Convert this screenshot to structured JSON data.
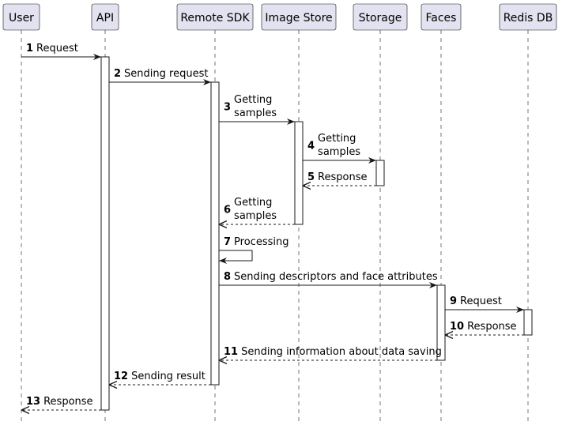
{
  "participants": [
    {
      "id": "user",
      "label": "User"
    },
    {
      "id": "api",
      "label": "API"
    },
    {
      "id": "remote-sdk",
      "label": "Remote SDK"
    },
    {
      "id": "image-store",
      "label": "Image Store"
    },
    {
      "id": "storage",
      "label": "Storage"
    },
    {
      "id": "faces",
      "label": "Faces"
    },
    {
      "id": "redis-db",
      "label": "Redis DB"
    }
  ],
  "messages": [
    {
      "num": "1",
      "lines": [
        "Request"
      ],
      "from": "user",
      "to": "api",
      "style": "solid"
    },
    {
      "num": "2",
      "lines": [
        "Sending request"
      ],
      "from": "api",
      "to": "remote-sdk",
      "style": "solid"
    },
    {
      "num": "3",
      "lines": [
        "Getting",
        "samples"
      ],
      "from": "remote-sdk",
      "to": "image-store",
      "style": "solid"
    },
    {
      "num": "4",
      "lines": [
        "Getting",
        "samples"
      ],
      "from": "image-store",
      "to": "storage",
      "style": "solid"
    },
    {
      "num": "5",
      "lines": [
        "Response"
      ],
      "from": "storage",
      "to": "image-store",
      "style": "dashed"
    },
    {
      "num": "6",
      "lines": [
        "Getting",
        "samples"
      ],
      "from": "image-store",
      "to": "remote-sdk",
      "style": "dashed"
    },
    {
      "num": "7",
      "lines": [
        "Processing"
      ],
      "from": "remote-sdk",
      "to": "remote-sdk",
      "style": "solid"
    },
    {
      "num": "8",
      "lines": [
        "Sending descriptors and face attributes"
      ],
      "from": "remote-sdk",
      "to": "faces",
      "style": "solid"
    },
    {
      "num": "9",
      "lines": [
        "Request"
      ],
      "from": "faces",
      "to": "redis-db",
      "style": "solid"
    },
    {
      "num": "10",
      "lines": [
        "Response"
      ],
      "from": "redis-db",
      "to": "faces",
      "style": "dashed"
    },
    {
      "num": "11",
      "lines": [
        "Sending information about data saving"
      ],
      "from": "faces",
      "to": "remote-sdk",
      "style": "dashed"
    },
    {
      "num": "12",
      "lines": [
        "Sending result"
      ],
      "from": "remote-sdk",
      "to": "api",
      "style": "dashed"
    },
    {
      "num": "13",
      "lines": [
        "Response"
      ],
      "from": "api",
      "to": "user",
      "style": "dashed"
    }
  ],
  "colors": {
    "participant_fill": "#e2e2f0",
    "line": "#181818",
    "activation_fill": "#ffffff"
  }
}
